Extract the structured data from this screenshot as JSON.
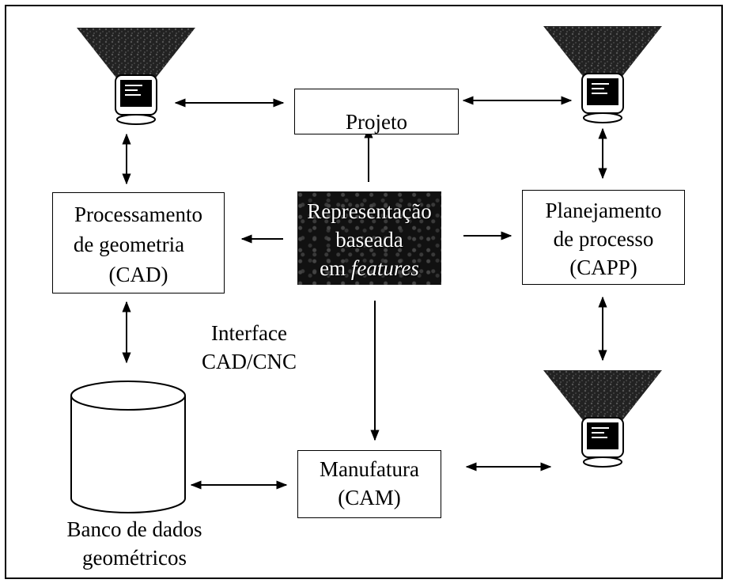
{
  "nodes": {
    "projeto": {
      "label": "Projeto"
    },
    "cad": {
      "lines": [
        "Processamento",
        "de geometria",
        "(CAD)"
      ]
    },
    "features": {
      "lines": [
        "Representação",
        "baseada",
        "em "
      ],
      "italic": "features"
    },
    "capp": {
      "lines": [
        "Planejamento",
        "de processo",
        "(CAPP)"
      ]
    },
    "cam": {
      "lines": [
        "Manufatura",
        "(CAM)"
      ]
    },
    "database": {
      "lines": [
        "Banco de dados",
        "geométricos"
      ]
    }
  },
  "interface_label": {
    "lines": [
      "Interface",
      "CAD/CNC"
    ]
  },
  "icons": [
    "user-workstation-icon",
    "user-workstation-icon",
    "user-workstation-icon",
    "database-cylinder-icon"
  ],
  "colors": {
    "line": "#000000",
    "feature_fill": "#111111",
    "feature_text": "#ffffff"
  }
}
